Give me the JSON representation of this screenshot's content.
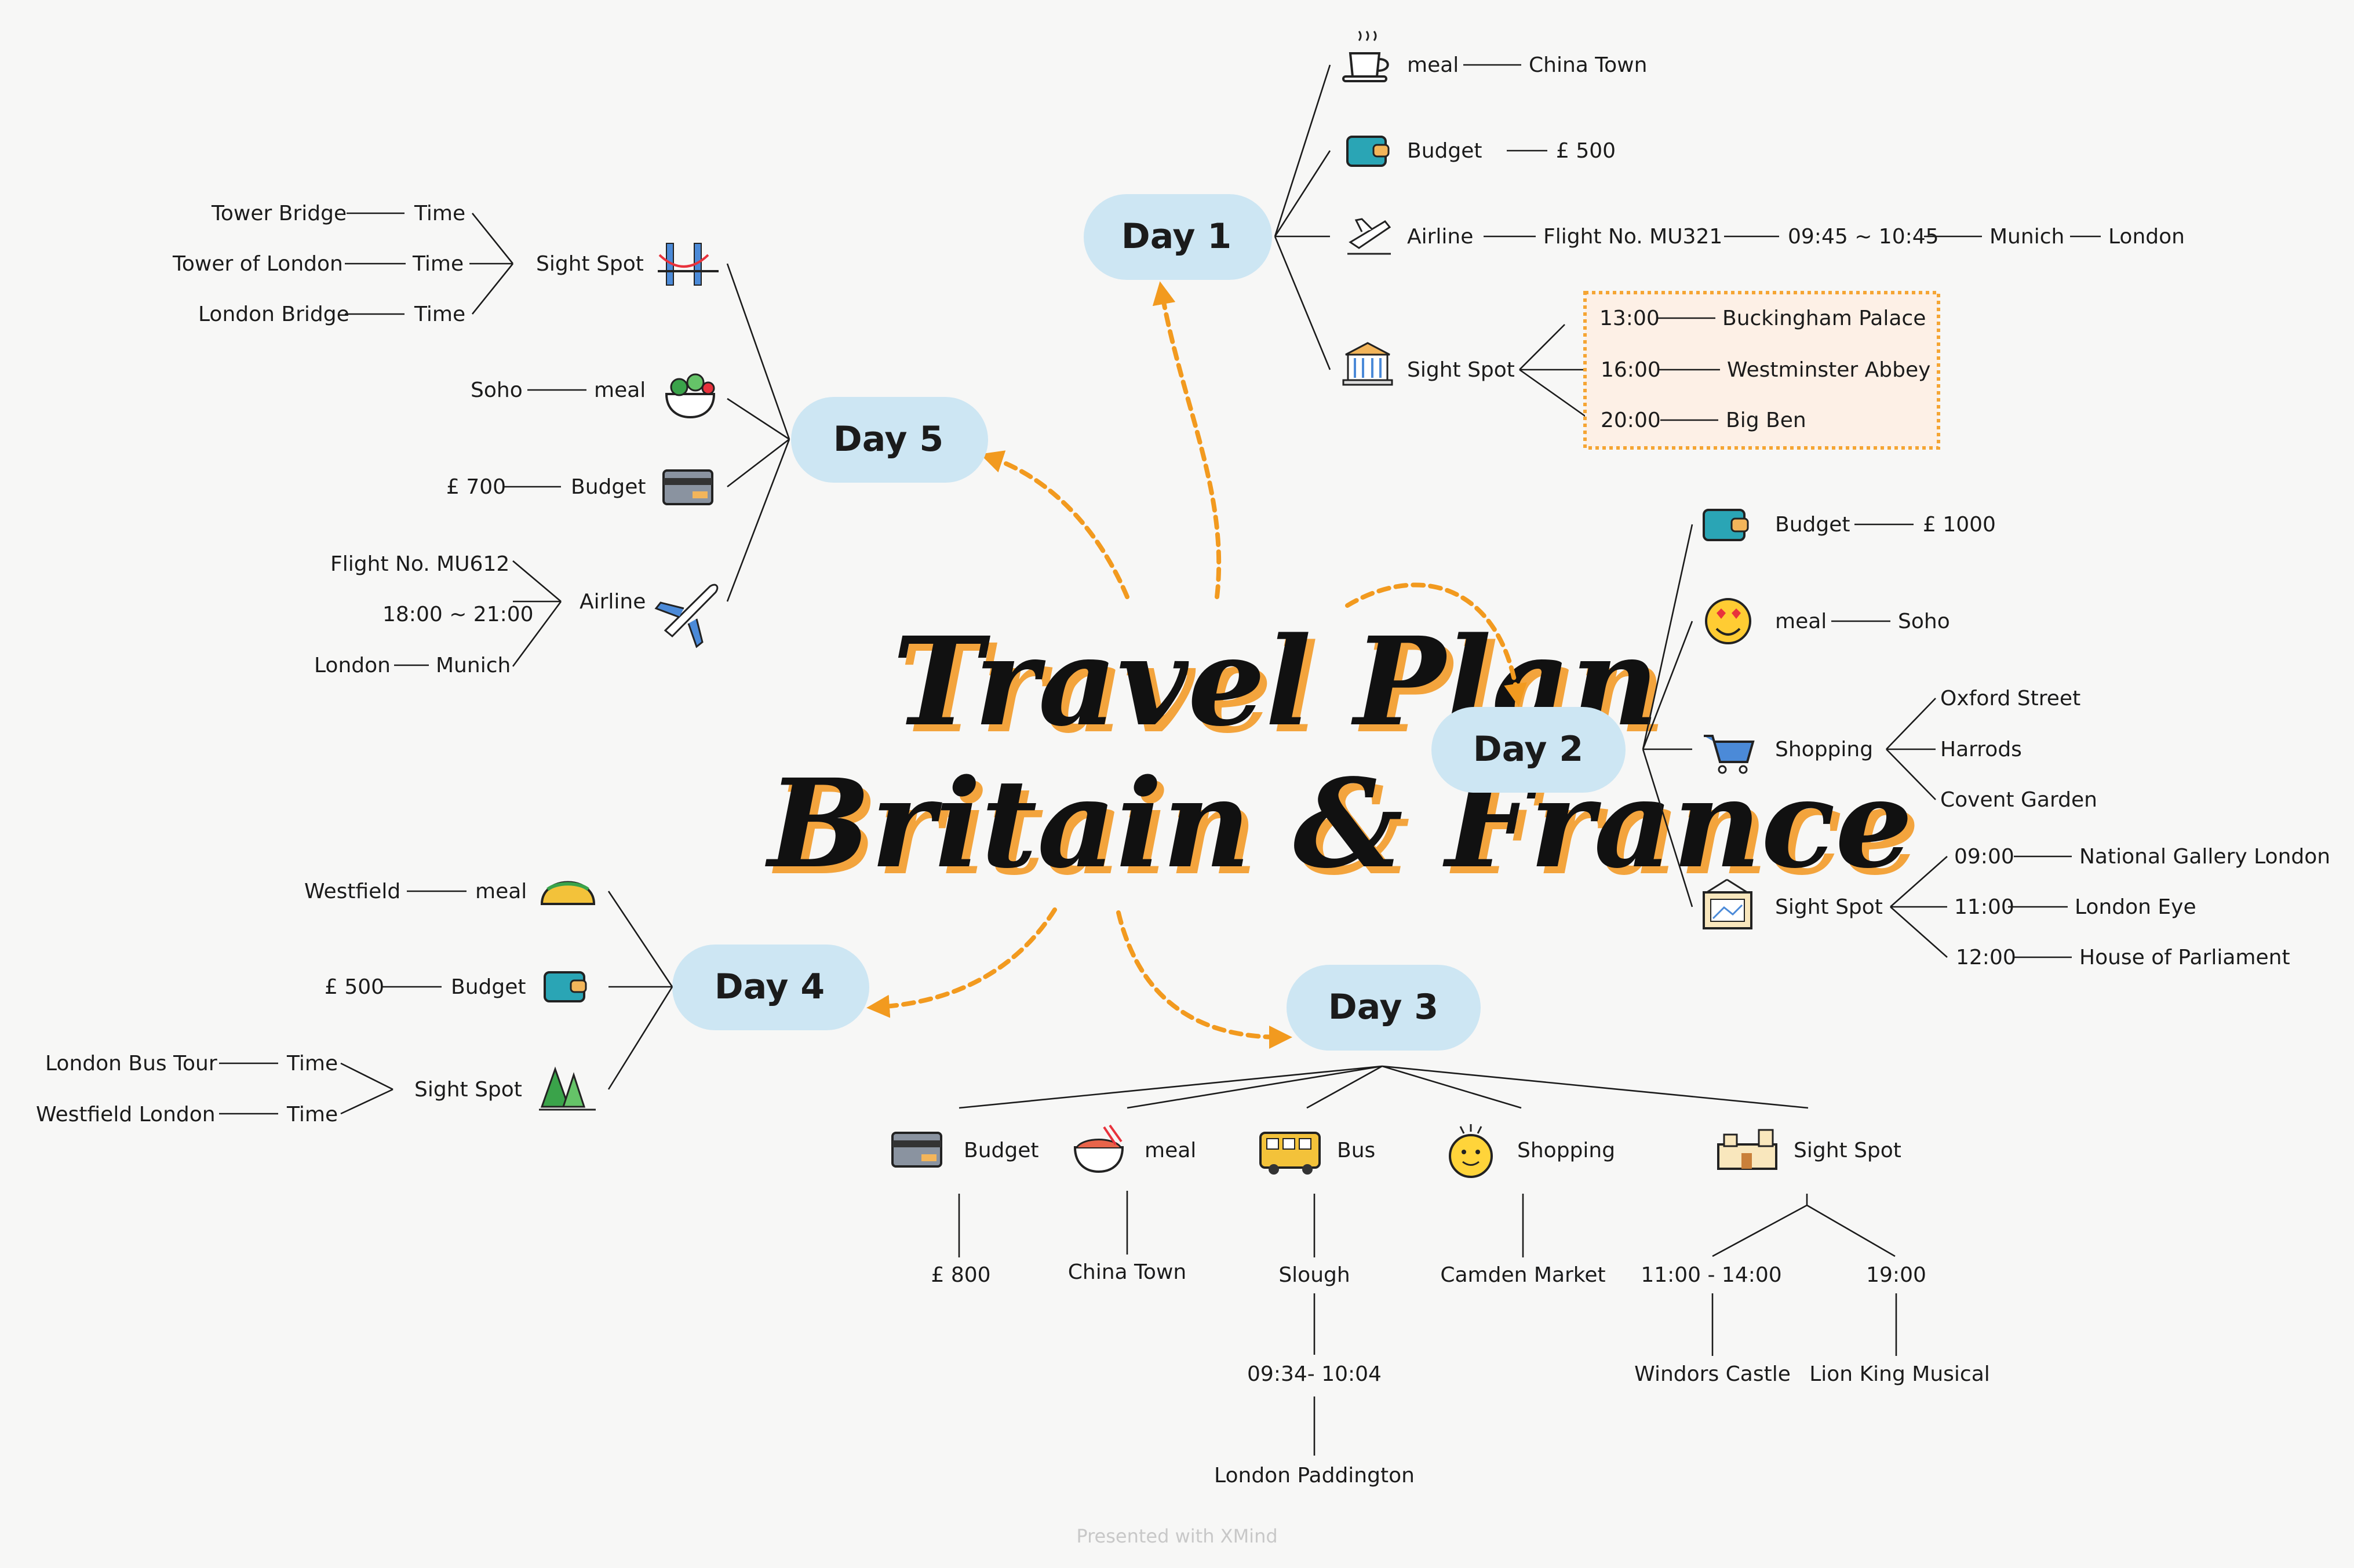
{
  "title": {
    "line1": "Travel Plan",
    "line2": "Britain & France"
  },
  "footer": "Presented with XMind",
  "days": {
    "day1": "Day 1",
    "day2": "Day 2",
    "day3": "Day 3",
    "day4": "Day 4",
    "day5": "Day 5"
  },
  "day1": {
    "meal": "meal",
    "meal_val": "China Town",
    "budget": "Budget",
    "budget_val": "£ 500",
    "airline": "Airline",
    "flight": "Flight No. MU321",
    "flight_time": "09:45 ~ 10:45",
    "from": "Munich",
    "to": "London",
    "sight": "Sight Spot",
    "sights": [
      {
        "time": "13:00",
        "place": "Buckingham Palace"
      },
      {
        "time": "16:00",
        "place": "Westminster Abbey"
      },
      {
        "time": "20:00",
        "place": "Big Ben"
      }
    ]
  },
  "day2": {
    "budget": "Budget",
    "budget_val": "£ 1000",
    "meal": "meal",
    "meal_val": "Soho",
    "shopping": "Shopping",
    "shops": [
      "Oxford Street",
      "Harrods",
      "Covent Garden"
    ],
    "sight": "Sight Spot",
    "sights": [
      {
        "time": "09:00",
        "place": "National Gallery London"
      },
      {
        "time": "11:00",
        "place": "London Eye"
      },
      {
        "time": "12:00",
        "place": "House of Parliament"
      }
    ]
  },
  "day3": {
    "budget": "Budget",
    "budget_val": "£ 800",
    "meal": "meal",
    "meal_val": "China Town",
    "bus": "Bus",
    "bus_from": "Slough",
    "bus_time": "09:34- 10:04",
    "bus_to": "London Paddington",
    "shopping": "Shopping",
    "shopping_val": "Camden Market",
    "sight": "Sight Spot",
    "sight_t1": "11:00 - 14:00",
    "sight_p1": "Windors Castle",
    "sight_t2": "19:00",
    "sight_p2": "Lion King Musical"
  },
  "day4": {
    "meal": "meal",
    "meal_val": "Westfield",
    "budget": "Budget",
    "budget_val": "£ 500",
    "sight": "Sight Spot",
    "time1": "Time",
    "place1": "London Bus Tour",
    "time2": "Time",
    "place2": "Westfield London"
  },
  "day5": {
    "sight": "Sight Spot",
    "sights": [
      {
        "place": "Tower Bridge",
        "time": "Time"
      },
      {
        "place": "Tower of London",
        "time": "Time"
      },
      {
        "place": "London Bridge",
        "time": "Time"
      }
    ],
    "meal": "meal",
    "meal_val": "Soho",
    "budget": "Budget",
    "budget_val": "£ 700",
    "airline": "Airline",
    "flight": "Flight No. MU612",
    "flight_time": "18:00 ~ 21:00",
    "from": "London",
    "to": "Munich"
  },
  "colors": {
    "accent": "#f29a1f",
    "pill": "#cde6f3",
    "highlight_fill": "#fdf0e6"
  }
}
